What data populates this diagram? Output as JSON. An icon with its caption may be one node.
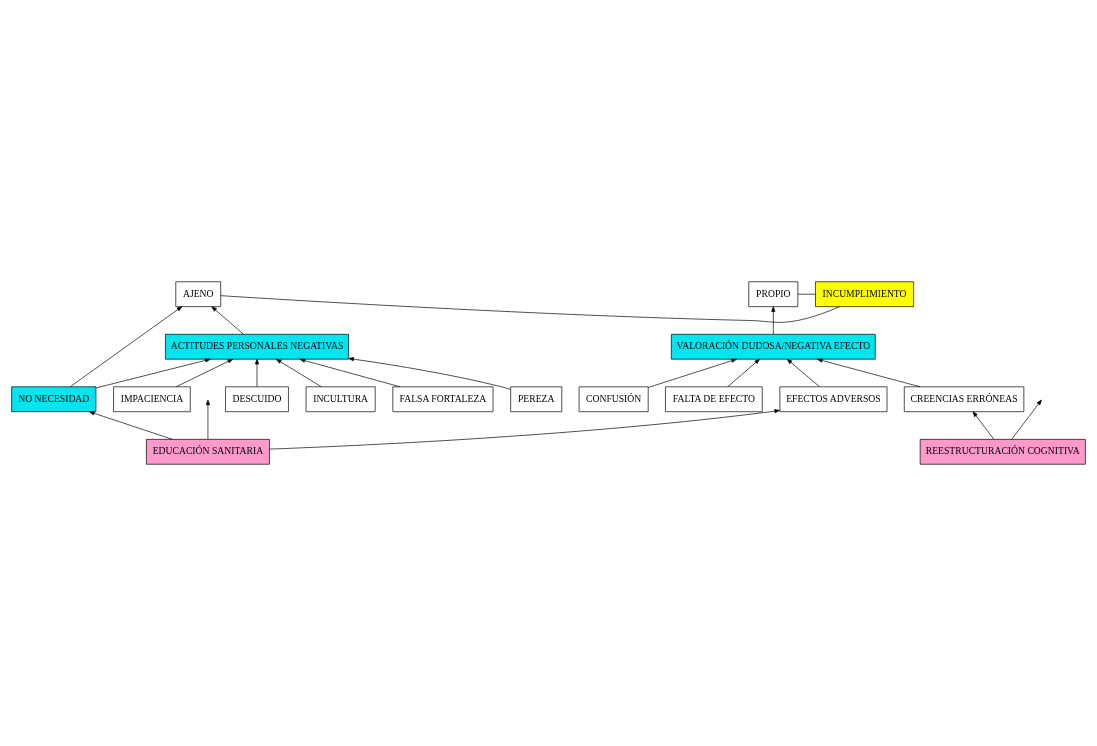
{
  "diagram": {
    "nodes": [
      {
        "text": [
          "PROPIO"
        ]
      },
      {
        "text": [
          "INCUMPLIMIENTO"
        ]
      },
      {
        "text": [
          "AJENO"
        ]
      },
      {
        "text": [
          "VALORACIÓN DUDOSA/NEGATIVA EFECTO"
        ]
      },
      {
        "text": [
          "NO NECESIDAD"
        ]
      },
      {
        "text": [
          "ACTITUDES PERSONALES NEGATIVAS"
        ]
      },
      {
        "text": [
          "FALTA DE EFECTO"
        ]
      },
      {
        "text": [
          "CONFUSIÓN"
        ]
      },
      {
        "text": [
          "IMPACIENCIA"
        ]
      },
      {
        "text": [
          "EFECTOS ADVERSOS"
        ]
      },
      {
        "text": [
          "CREENCIAS ERRÓNEAS"
        ]
      },
      {
        "text": [
          "DESCUIDO"
        ]
      },
      {
        "text": [
          "INCULTURA"
        ]
      },
      {
        "text": [
          "EDUCACIÓN SANITARIA"
        ]
      },
      {
        "text": [
          "REESTRUCTURACIÓN COGNITIVA"
        ]
      },
      {
        "text": [
          "FALSA FORTALEZA"
        ]
      },
      {
        "text": [
          "PEREZA"
        ]
      }
    ],
    "edges": [
      {
        "from": 0,
        "to": 1,
        "arrow": "none"
      },
      {
        "from": 1,
        "to": 2,
        "arrow": "none"
      },
      {
        "from": 3,
        "to": 0,
        "arrow": "to"
      },
      {
        "from": 4,
        "to": 2,
        "arrow": "to"
      },
      {
        "from": 5,
        "to": 2,
        "arrow": "to"
      },
      {
        "from": 4,
        "to": 5,
        "arrow": "to"
      },
      {
        "from": 6,
        "to": 3,
        "arrow": "to"
      },
      {
        "from": 9,
        "to": 3,
        "arrow": "to"
      },
      {
        "from": 7,
        "to": 3,
        "arrow": "to"
      },
      {
        "from": 10,
        "to": 3,
        "arrow": "to"
      },
      {
        "from": 8,
        "to": 5,
        "arrow": "to"
      },
      {
        "from": 11,
        "to": 5,
        "arrow": "to"
      },
      {
        "from": 12,
        "to": 5,
        "arrow": "to"
      },
      {
        "from": 15,
        "to": 5,
        "arrow": "to"
      },
      {
        "from": 16,
        "to": 5,
        "arrow": "to"
      },
      {
        "from": 13,
        "to": 9,
        "arrow": "to"
      },
      {
        "from": 13,
        "to": 4,
        "arrow": "to"
      },
      {
        "from": 13,
        "to": null,
        "arrow": "to"
      },
      {
        "from": 14,
        "to": 10,
        "arrow": "to"
      },
      {
        "from": 14,
        "to": null,
        "arrow": "to"
      }
    ]
  }
}
